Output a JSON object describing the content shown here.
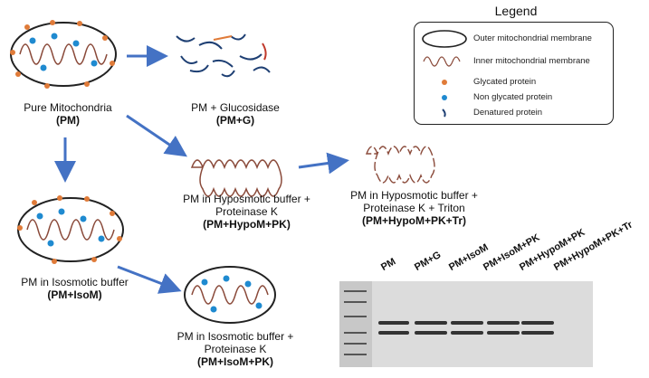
{
  "legend": {
    "title": "Legend",
    "items": [
      {
        "icon": "outer-membrane",
        "label": "Outer mitochondrial membrane"
      },
      {
        "icon": "inner-membrane",
        "label": "Inner mitochondrial membrane"
      },
      {
        "icon": "glycated-protein",
        "label": "Glycated protein"
      },
      {
        "icon": "non-glycated-protein",
        "label": "Non glycated protein"
      },
      {
        "icon": "denatured-protein",
        "label": "Denatured protein"
      }
    ]
  },
  "conditions": {
    "pm": {
      "line1": "Pure Mitochondria",
      "abbr": "(PM)"
    },
    "pmg": {
      "line1": "PM + Glucosidase",
      "abbr": "(PM+G)"
    },
    "hypo": {
      "line1": "PM in Hyposmotic buffer +",
      "line2": "Proteinase K",
      "abbr": "(PM+HypoM+PK)"
    },
    "triton": {
      "line1": "PM in Hyposmotic buffer +",
      "line2": "Proteinase K + Triton",
      "abbr": "(PM+HypoM+PK+Tr)"
    },
    "iso": {
      "line1": "PM in Isosmotic buffer",
      "abbr": "(PM+IsoM)"
    },
    "isopk": {
      "line1": "PM in Isosmotic buffer +",
      "line2": "Proteinase K",
      "abbr": "(PM+IsoM+PK)"
    }
  },
  "gel": {
    "lanes": [
      "PM",
      "PM+G",
      "PM+IsoM",
      "PM+IsoM+PK",
      "PM+HypoM+PK",
      "PM+HypoM+PK+Tr"
    ]
  },
  "colors": {
    "arrow": "#4472c4",
    "glycated": "#e07b39",
    "non_glycated": "#1f8ad0",
    "membrane": "#222222",
    "inner_membrane": "#8a4a3a"
  }
}
